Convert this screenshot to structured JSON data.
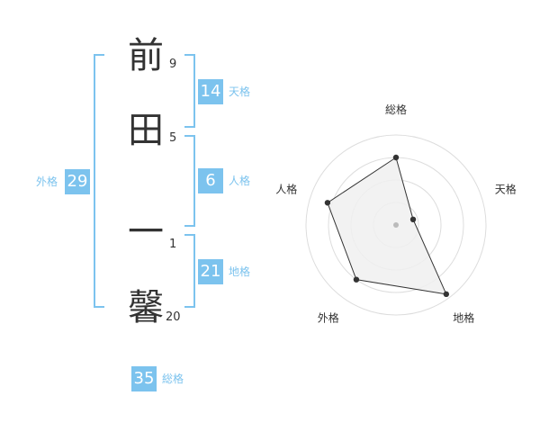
{
  "name": {
    "chars": [
      {
        "char": "前",
        "strokes": "9"
      },
      {
        "char": "田",
        "strokes": "5"
      },
      {
        "char": "一",
        "strokes": "1"
      },
      {
        "char": "馨",
        "strokes": "20"
      }
    ]
  },
  "kaku": {
    "tenkaku": {
      "value": "14",
      "label": "天格"
    },
    "jinkaku": {
      "value": "6",
      "label": "人格"
    },
    "chikaku": {
      "value": "21",
      "label": "地格"
    },
    "gaikaku": {
      "value": "29",
      "label": "外格"
    },
    "soukaku": {
      "value": "35",
      "label": "総格"
    }
  },
  "chart_data": {
    "type": "radar",
    "axes": [
      "総格",
      "天格",
      "地格",
      "外格",
      "人格"
    ],
    "values": [
      0.75,
      0.2,
      0.95,
      0.75,
      0.8
    ],
    "range": [
      0,
      1
    ],
    "grid": true,
    "rings": 4,
    "colors": {
      "fill": "#f0f0f0",
      "line": "#333333",
      "grid": "#dddddd",
      "accent": "#7cc3ee"
    }
  }
}
